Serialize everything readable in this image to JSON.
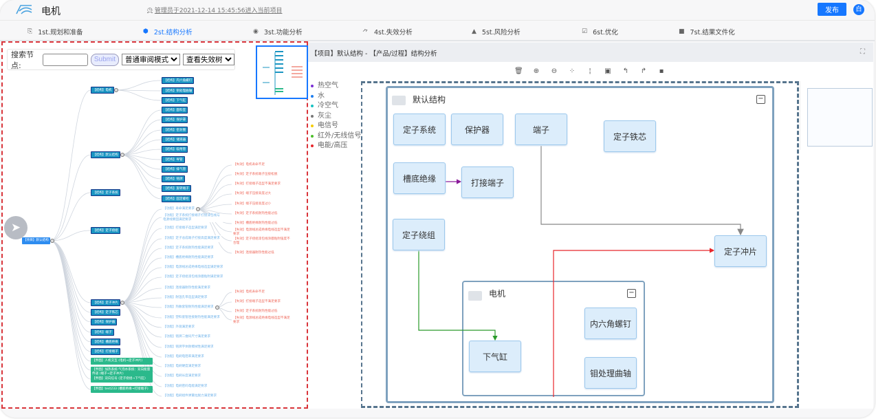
{
  "header": {
    "title": "电机",
    "log": "管理员于2021-12-14 15:45:56进入当前项目",
    "publish": "发布",
    "avatar": "白"
  },
  "tabs": [
    {
      "label": "1st.规划和准备",
      "icon": "clipboard-icon",
      "active": false
    },
    {
      "label": "2st.结构分析",
      "icon": "cube-icon",
      "active": true
    },
    {
      "label": "3st.功能分析",
      "icon": "gear-icon",
      "active": false
    },
    {
      "label": "4st.失效分析",
      "icon": "pulse-icon",
      "active": false
    },
    {
      "label": "5st.风险分析",
      "icon": "alert-icon",
      "active": false
    },
    {
      "label": "6st.优化",
      "icon": "edit-icon",
      "active": false
    },
    {
      "label": "7st.结果文件化",
      "icon": "file-icon",
      "active": false
    }
  ],
  "search": {
    "label": "搜索节点:",
    "value": "",
    "submit": "Submit",
    "mode": "普通审阅模式",
    "view": "查看失效树"
  },
  "mindmap": {
    "root": "【项目】默认结构",
    "level1": [
      "【结构】电机",
      "【结构】默认结构",
      "【结构】定子系统",
      "【结构】定子绕组",
      "【结构】定子冲片",
      "【结构】定子铁芯",
      "【结构】保护器",
      "【结构】端子",
      "【结构】槽底绝缘",
      "【结构】打接端子"
    ],
    "interfaces": [
      "【界面】人机交互 (电机→定子冲片)",
      "【界面】加热系统-气泡水系统：双向能量传递 (端子→定子冲片)",
      "【界面】双向信号 (定子绕组→下气缸)",
      "【界面】test233 (槽底绝缘→打接端子)"
    ],
    "motor_children": [
      "【结构】内六角螺钉",
      "【结构】钼处理曲轴",
      "【结构】下气缸"
    ],
    "default_children": [
      "【结构】面料室",
      "【结构】保护罩",
      "【结构】密封圈",
      "【结构】储液器",
      "【结构】吸附管",
      "【结构】导管",
      "【结构】排气管",
      "【结构】铭牌",
      "【结构】旋转端子",
      "【结构】固定螺栓"
    ],
    "functions": [
      "【功能】寿命满足要求",
      "【功能】定子系统打接端子打接漆包线与电源线要固满足要求",
      "【功能】打接端子选型满足要求",
      "【功能】定子总成端子打接高度满足要求",
      "【功能】定子系统耐热性能满足要求",
      "【功能】槽底绝缘耐热性能满足要求",
      "【功能】电源线总成绝缘电线选型满足要求",
      "【功能】定子绕组漆包线涂膜粘附满足要求",
      "【功能】连接器耐热性能满足要求",
      "【功能】耐温孔带选型满足要求",
      "【功能】热敏套管耐热性能满足要求",
      "【功能】塑料套管连接耐热性能满足要求",
      "【功能】外观满足要求",
      "【功能】铭牌二维码尺寸满足要求",
      "【功能】铭牌字体耐擦拭性满足要求",
      "【功能】电刷电阻率满足要求",
      "【功能】电刷硬度满足要求",
      "【功能】电刷长度满足要求",
      "【功能】电刷密码电能满足要求",
      "【功能】电刷组件弹簧拉脱力满足要求"
    ],
    "failures_a": [
      "【失效】电机寿命不足",
      "【失效】定子系统端子压接松脱",
      "【失效】打接端子选型不满足要求",
      "【失效】端子压接高度过大",
      "【失效】端子压接高度过小",
      "【失效】定子系统耐热性能过低",
      "【失效】槽底绝缘耐热性能过低",
      "【失效】电源线总成绝缘电线选型不满足要求",
      "【失效】定子绕组漆包线涂膜粘附强度不合理",
      "【失效】连接器耐热性能过低"
    ],
    "failures_b": [
      "【失效】电机寿命不足",
      "【失效】打接端子选型不满足要求",
      "【失效】定子系统耐热性能过低",
      "【失效】电源线总成绝缘电线选型不满足要求"
    ]
  },
  "right": {
    "breadcrumb": "【项目】默认结构 - 【产品/过程】结构分析",
    "toolbar": [
      {
        "icon": "delete-icon",
        "glyph": "🗑"
      },
      {
        "icon": "zoom-in-icon",
        "glyph": "⊕"
      },
      {
        "icon": "zoom-out-icon",
        "glyph": "⊖"
      },
      {
        "icon": "fit-icon",
        "glyph": "⁘"
      },
      {
        "icon": "actual-size-icon",
        "glyph": "|:|"
      },
      {
        "icon": "export-image-icon",
        "glyph": "▣"
      },
      {
        "icon": "undo-icon",
        "glyph": "↰"
      },
      {
        "icon": "redo-icon",
        "glyph": "↱"
      },
      {
        "icon": "save-icon",
        "glyph": "💾"
      }
    ],
    "legend": [
      {
        "label": "热空气",
        "color": "#7b2fd6"
      },
      {
        "label": "水",
        "color": "#1e7ef0"
      },
      {
        "label": "冷空气",
        "color": "#17c2c2"
      },
      {
        "label": "灰尘",
        "color": "#777777"
      },
      {
        "label": "电信号",
        "color": "#f5cc00"
      },
      {
        "label": "红外/无线信号",
        "color": "#4cbf2a"
      },
      {
        "label": "电能/高压",
        "color": "#e8262b"
      }
    ]
  },
  "diagram": {
    "outer_title": "默认结构",
    "inner_title": "电机",
    "blocks": {
      "b1": "定子系统",
      "b2": "保护器",
      "b3": "端子",
      "b4": "定子铁芯",
      "b5": "槽底绝缘",
      "b6": "打接端子",
      "b7": "定子绕组",
      "b8": "定子冲片",
      "b9": "下气缸",
      "b10": "内六角螺钉",
      "b11": "钼处理曲轴"
    },
    "edge_colors": {
      "water_purple": "#8b1a9a",
      "grey": "#888888",
      "green": "#2a9a2a",
      "red": "#e8262b"
    }
  }
}
